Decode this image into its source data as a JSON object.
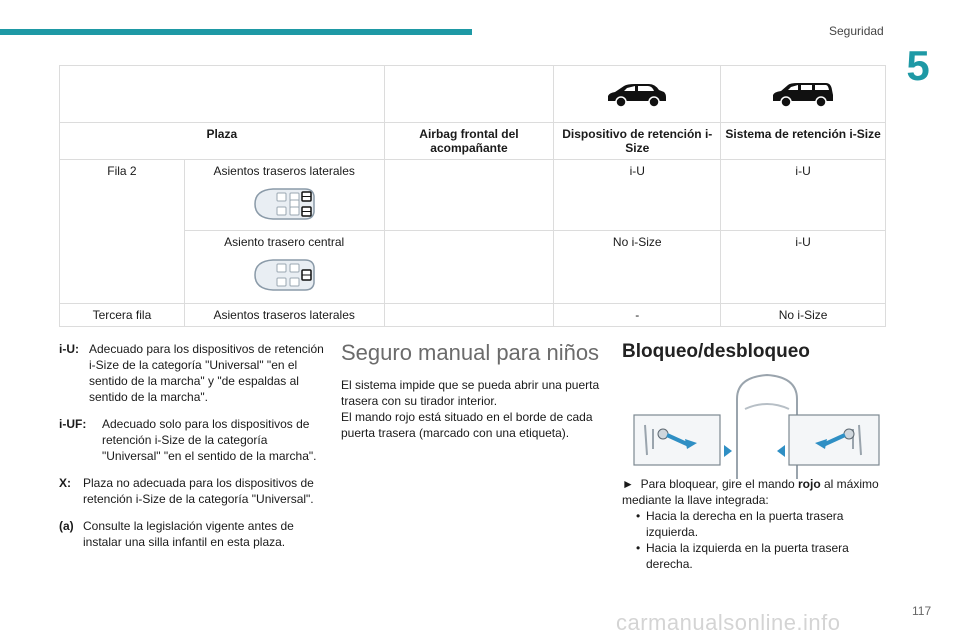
{
  "header": {
    "section": "Seguridad",
    "chapter_number": "5"
  },
  "table": {
    "headers": [
      "Plaza",
      "Airbag frontal del acompañante",
      "Dispositivo de retención i-Size",
      "Sistema de retención i-Size"
    ],
    "fila2": "Fila 2",
    "row_lat": {
      "seat": "Asientos traseros laterales",
      "disp": "i-U",
      "sist": "i-U"
    },
    "row_cen": {
      "seat": "Asiento trasero central",
      "disp": "No i-Size",
      "sist": "i-U"
    },
    "row_ter": {
      "row": "Tercera fila",
      "seat": "Asientos traseros laterales",
      "disp": "-",
      "sist": "No i-Size"
    }
  },
  "definitions": [
    {
      "key": "i-U:",
      "text": "Adecuado para los dispositivos de retención i-Size de la categoría \"Universal\" \"en el sentido de la marcha\" y \"de espaldas al sentido de la marcha\"."
    },
    {
      "key": "i-UF:",
      "text": "Adecuado solo para los dispositivos de retención i-Size de la categoría \"Universal\" \"en el sentido de la marcha\"."
    },
    {
      "key": "X:",
      "text": "Plaza no adecuada para los dispositivos de retención i-Size de la categoría \"Universal\"."
    },
    {
      "key": "(a)",
      "text": "Consulte la legislación vigente antes de instalar una silla infantil en esta plaza."
    }
  ],
  "seguro": {
    "title": "Seguro manual para niños",
    "p1": "El sistema impide que se pueda abrir una puerta trasera con su tirador interior.",
    "p2": "El mando rojo está situado en el borde de cada puerta trasera (marcado con una etiqueta)."
  },
  "bloqueo": {
    "title": "Bloqueo/desbloqueo",
    "arrow": "►",
    "lead1": "Para bloquear, gire el mando ",
    "lead_bold": "rojo",
    "lead2": " al máximo mediante la llave integrada:",
    "bullets": [
      "Hacia la derecha en la puerta trasera izquierda.",
      "Hacia la izquierda en la puerta trasera derecha."
    ]
  },
  "footer": {
    "page_number": "117",
    "watermark": "carmanualsonline.info"
  },
  "colors": {
    "accent": "#1e99a5",
    "figure_blue": "#2f8fc4"
  }
}
